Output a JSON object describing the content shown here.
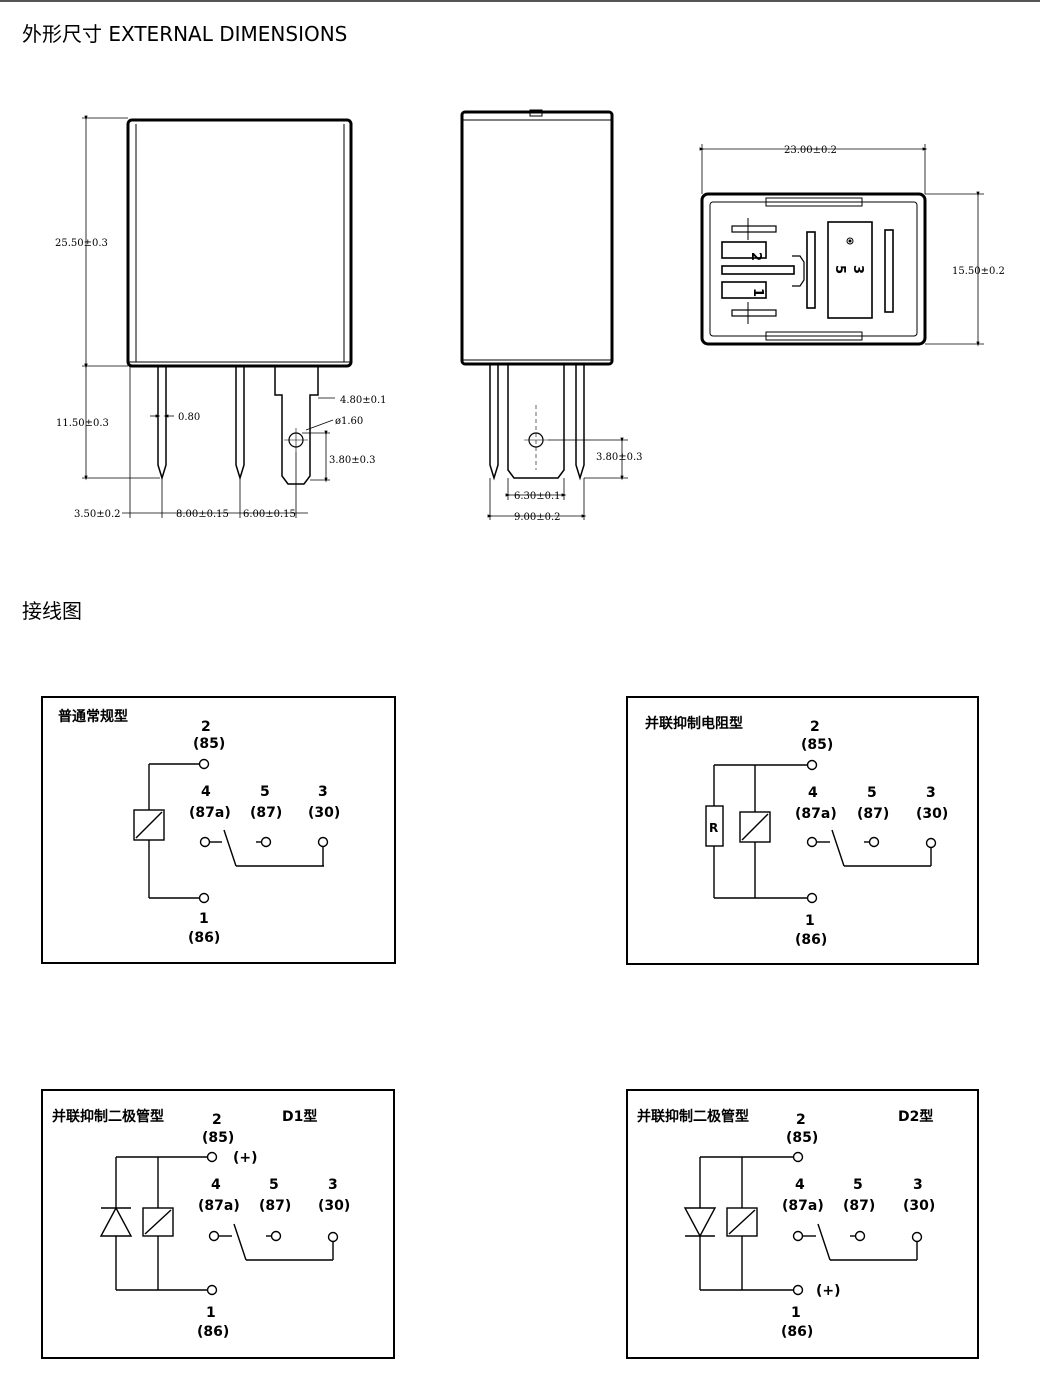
{
  "headings": {
    "external_dimensions": "外形尺寸  EXTERNAL DIMENSIONS",
    "wiring": "接线图"
  },
  "dimensions": {
    "height_body": "25.50±0.3",
    "height_pins": "11.50±0.3",
    "pin_thickness": "0.80",
    "tab_width": "4.80±0.1",
    "hole_dia": "ø1.60",
    "hole_height": "3.80±0.3",
    "pin_offset": "3.50±0.2",
    "pin_spacing_1": "8.00±0.15",
    "pin_spacing_2": "6.00±0.15",
    "side_hole_height": "3.80±0.3",
    "side_tab_width": "6.30±0.1",
    "side_width": "9.00±0.2",
    "bottom_width": "23.00±0.2",
    "bottom_height": "15.50±0.2",
    "bottom_pin_labels": [
      "2",
      "1",
      "5",
      "3"
    ]
  },
  "pins": {
    "p2": "2",
    "p2_alt": "(85)",
    "p4": "4",
    "p4_alt": "(87a)",
    "p5": "5",
    "p5_alt": "(87)",
    "p3": "3",
    "p3_alt": "(30)",
    "p1": "1",
    "p1_alt": "(86)",
    "plus": "(+)",
    "resistor": "R"
  },
  "diagrams": {
    "normal": {
      "title": "普通常规型"
    },
    "resistor": {
      "title": "并联抑制电阻型"
    },
    "diode1": {
      "title": "并联抑制二极管型",
      "type": "D1型"
    },
    "diode2": {
      "title": "并联抑制二极管型",
      "type": "D2型"
    }
  }
}
